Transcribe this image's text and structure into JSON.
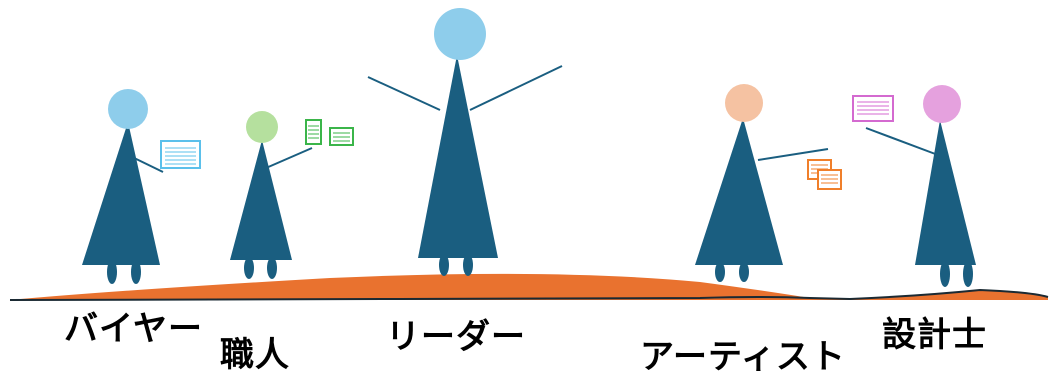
{
  "roles": [
    {
      "label": "バイヤー",
      "head_color": "#8ECDEB",
      "item": "single-document",
      "item_color": "#5BC0EB"
    },
    {
      "label": "職人",
      "head_color": "#B5E09E",
      "item": "two-documents",
      "item_color": "#3BB54A"
    },
    {
      "label": "リーダー",
      "head_color": "#8ECDEB",
      "item": "none"
    },
    {
      "label": "アーティスト",
      "head_color": "#F5C2A2",
      "item": "stacked-documents",
      "item_color": "#F07F2A"
    },
    {
      "label": "設計士",
      "head_color": "#E5A1DE",
      "item": "single-document",
      "item_color": "#D46AD0"
    }
  ],
  "colors": {
    "body": "#1A5E80",
    "ground": "#E9722F",
    "ground_outline": "#1B2A33"
  }
}
